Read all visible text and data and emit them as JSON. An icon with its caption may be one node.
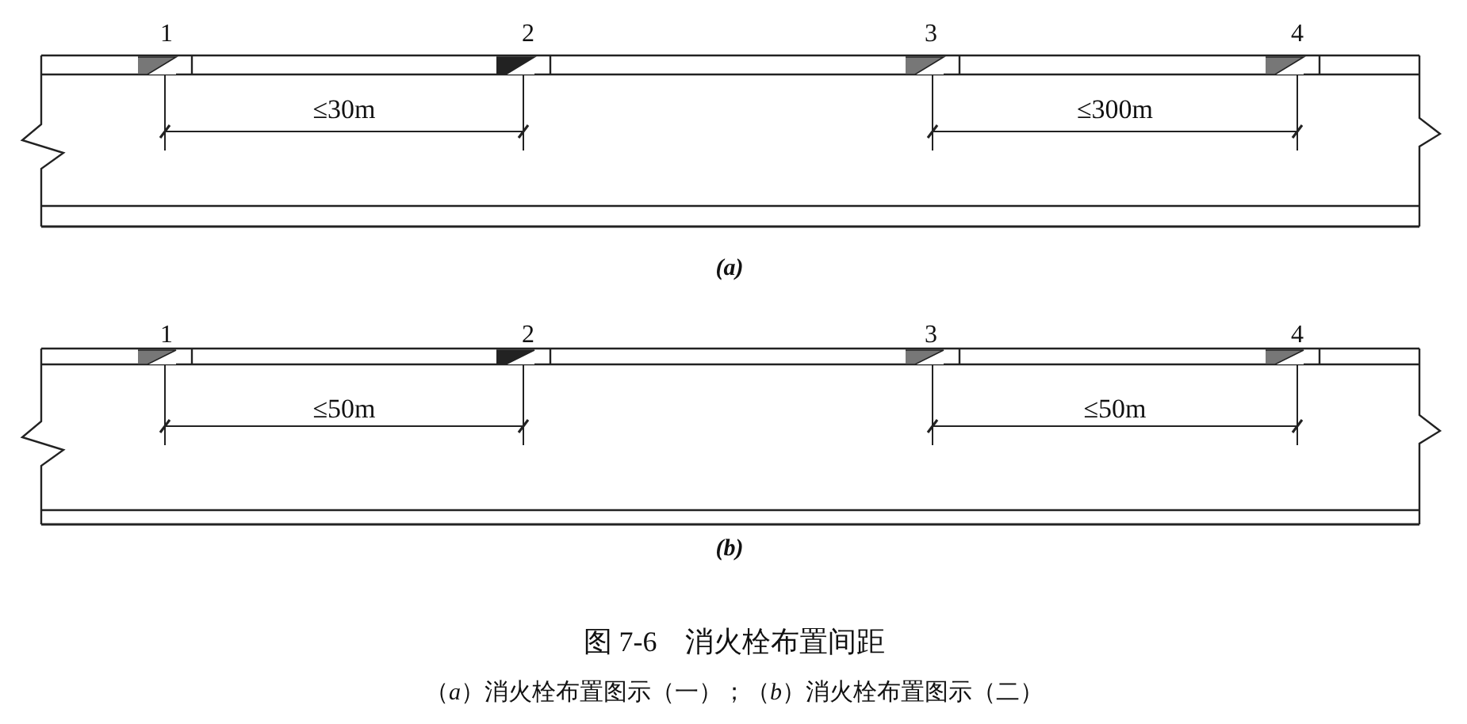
{
  "diagram": {
    "title": "图 7-6　消火栓布置间距",
    "caption": "（*a*）消火栓布置图示（一）；（*b*）消火栓布置图示（二）",
    "labels": [
      "1",
      "2",
      "3",
      "4",
      "≤30m",
      "≤300m",
      "(a)",
      "1",
      "2",
      "3",
      "4",
      "≤50m",
      "≤50m",
      "(b)"
    ]
  }
}
